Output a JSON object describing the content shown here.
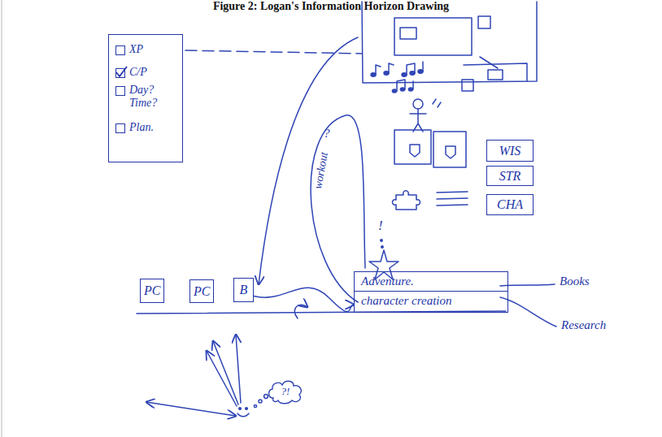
{
  "diagram": {
    "title": "Figure 2: Logan's Information Horizon Drawing",
    "nodes": [
      {
        "text": [
          "XP",
          "C/P",
          "Day? Time?",
          "Plan."
        ]
      },
      {
        "text": [
          "PC"
        ]
      },
      {
        "text": [
          "PC"
        ]
      },
      {
        "text": [
          "B"
        ]
      },
      {
        "text": [
          "Adventure.",
          "character creation"
        ]
      },
      {
        "text": [
          "WIS"
        ]
      },
      {
        "text": [
          "STR"
        ]
      },
      {
        "text": [
          "CHA"
        ]
      },
      {
        "text": [
          "?!"
        ]
      }
    ],
    "edges": [
      {
        "from": 3,
        "to": 4,
        "arrow": "to"
      }
    ],
    "labels": [
      "?",
      "workout",
      "!",
      "Books",
      "Research"
    ]
  }
}
